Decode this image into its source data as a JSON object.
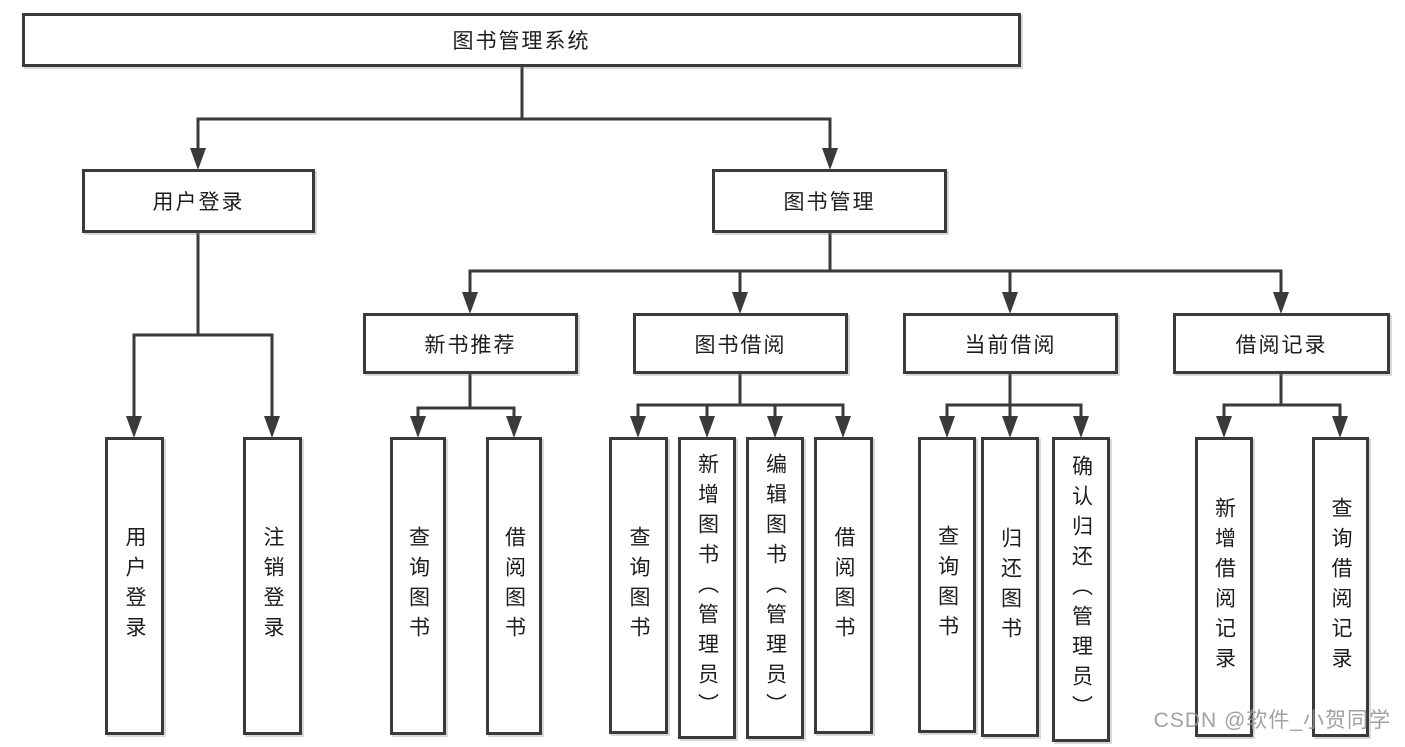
{
  "tree": {
    "label": "图书管理系统",
    "children": [
      {
        "label": "用户登录",
        "children": [
          {
            "label": "用户登录"
          },
          {
            "label": "注销登录"
          }
        ]
      },
      {
        "label": "图书管理",
        "children": [
          {
            "label": "新书推荐",
            "children": [
              {
                "label": "查询图书"
              },
              {
                "label": "借阅图书"
              }
            ]
          },
          {
            "label": "图书借阅",
            "children": [
              {
                "label": "查询图书"
              },
              {
                "label": "新增图书（管理员）"
              },
              {
                "label": "编辑图书（管理员）"
              },
              {
                "label": "借阅图书"
              }
            ]
          },
          {
            "label": "当前借阅",
            "children": [
              {
                "label": "查询图书"
              },
              {
                "label": "归还图书"
              },
              {
                "label": "确认归还（管理员）"
              }
            ]
          },
          {
            "label": "借阅记录",
            "children": [
              {
                "label": "新增借阅记录"
              },
              {
                "label": "查询借阅记录"
              }
            ]
          }
        ]
      }
    ]
  },
  "watermark": {
    "text": "CSDN @软件_小贺同学"
  },
  "colors": {
    "line": "#3a3a3a",
    "box_border": "#3a3a3a",
    "text": "#1d1d1d",
    "watermark": "#949494",
    "background": "#ffffff"
  }
}
